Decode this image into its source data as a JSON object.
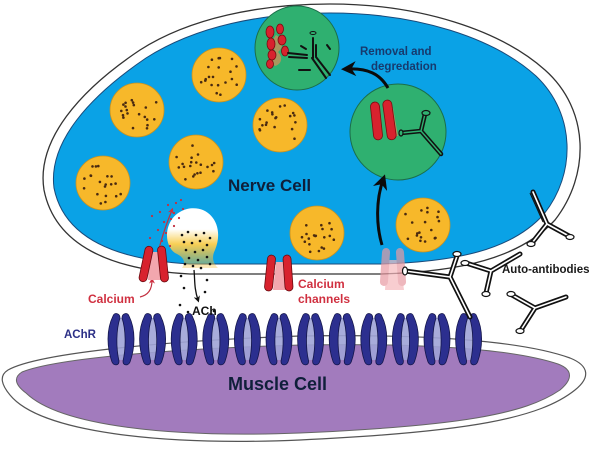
{
  "diagram": {
    "title": "Myasthenia gravis neuromuscular junction",
    "labels": {
      "nerve_cell": "Nerve Cell",
      "muscle_cell": "Muscle Cell",
      "removal_line1": "Removal and",
      "removal_line2": "degredation",
      "calcium": "Calcium",
      "calcium_channels_line1": "Calcium",
      "calcium_channels_line2": "channels",
      "ach": "ACh",
      "achr": "AChR",
      "auto_antibodies": "Auto-antibodies"
    },
    "colors": {
      "cytoplasm": "#0aa2e6",
      "muscle": "#a27bbd",
      "vesicle": "#f7b82a",
      "vesicle_dot": "#4a2a10",
      "lysosome": "#2fb070",
      "channel_red": "#d8222e",
      "channel_pink": "#f2a7ae",
      "receptor": "#2c2f8f",
      "receptor_pore": "#9fa3d6",
      "text_dark": "#0f1f3a",
      "text_red": "#d03040",
      "text_navy": "#2b2f86",
      "removal_text": "#173a6e"
    },
    "counts": {
      "synaptic_vesicles": 7,
      "acetylcholine_receptors": 12,
      "free_auto_antibodies": 3
    }
  }
}
